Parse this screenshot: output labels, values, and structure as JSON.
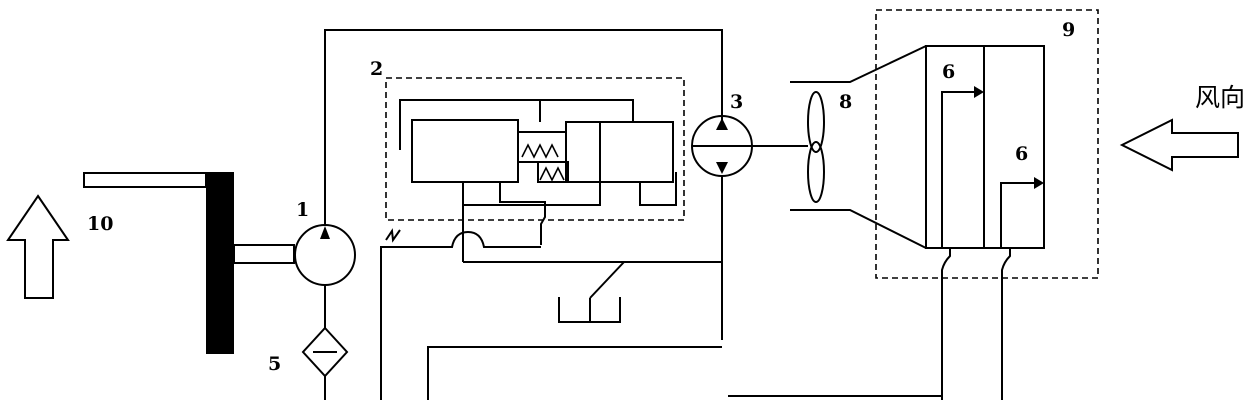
{
  "labels": {
    "pump_1": "1",
    "valve_block_2": "2",
    "motor_3": "3",
    "filter_5": "5",
    "radiator_6a": "6",
    "radiator_6b": "6",
    "fan_8": "8",
    "cooler_box_9": "9",
    "engine_10": "10",
    "wind_direction": "风向"
  },
  "colors": {
    "stroke": "#000000",
    "background": "#ffffff"
  }
}
